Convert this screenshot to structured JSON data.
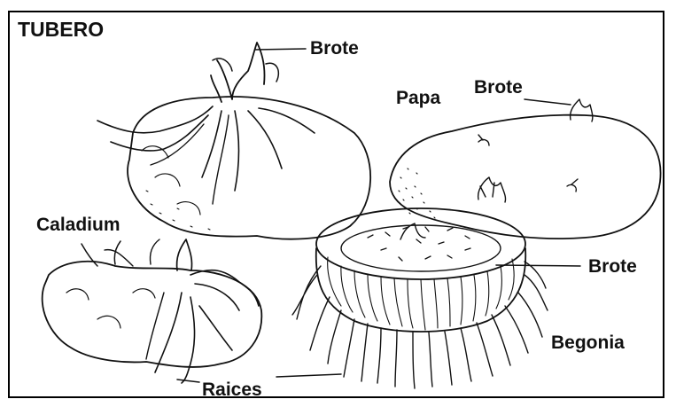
{
  "title": "TUBERO",
  "labels": {
    "brote_caladium": "Brote",
    "papa": "Papa",
    "brote_papa": "Brote",
    "caladium": "Caladium",
    "brote_begonia": "Brote",
    "begonia": "Begonia",
    "raices": "Raices"
  }
}
